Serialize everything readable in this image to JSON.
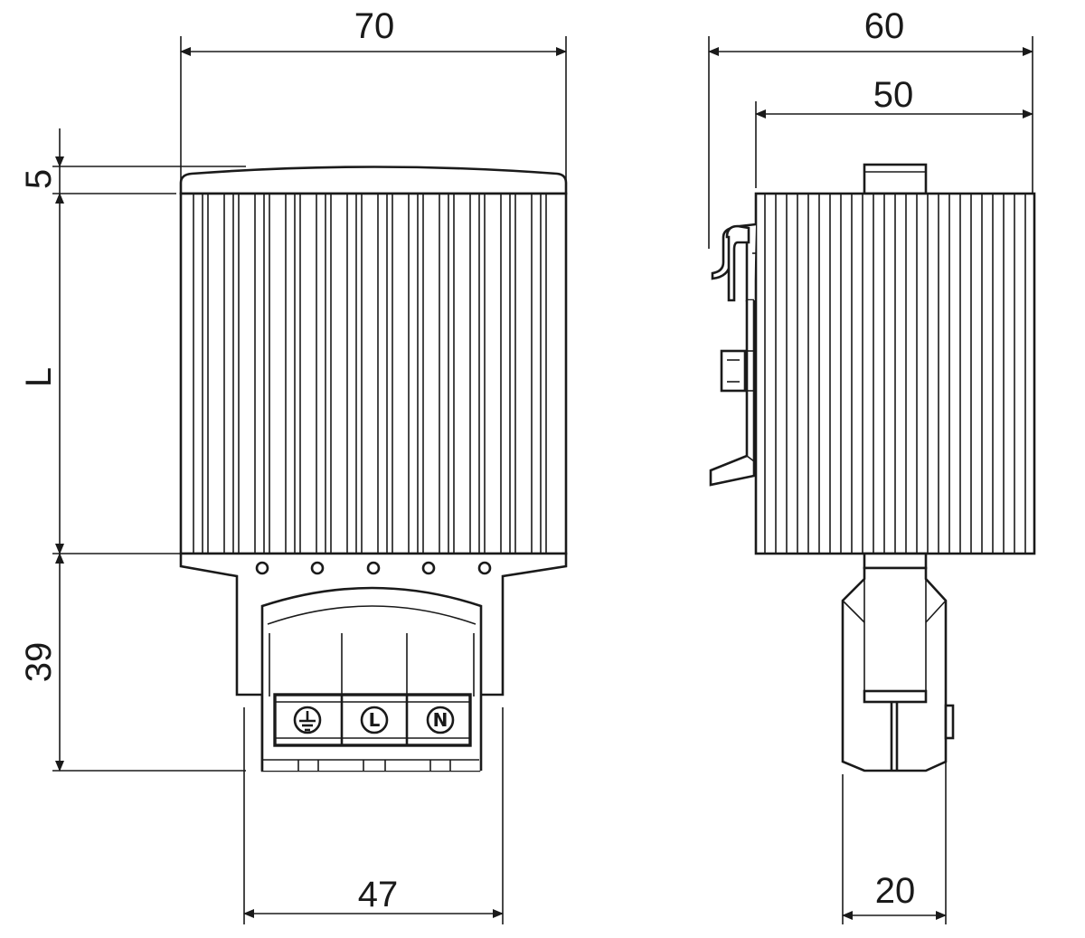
{
  "dimensions": {
    "front_width": "70",
    "cap_height": "5",
    "body_length": "L",
    "terminal_height": "39",
    "terminal_width": "47",
    "side_overall": "60",
    "side_body": "50",
    "side_terminal": "20"
  },
  "terminals": [
    "⏚",
    "L",
    "N"
  ],
  "colors": {
    "line": "#1a1a1a",
    "background": "#ffffff"
  }
}
